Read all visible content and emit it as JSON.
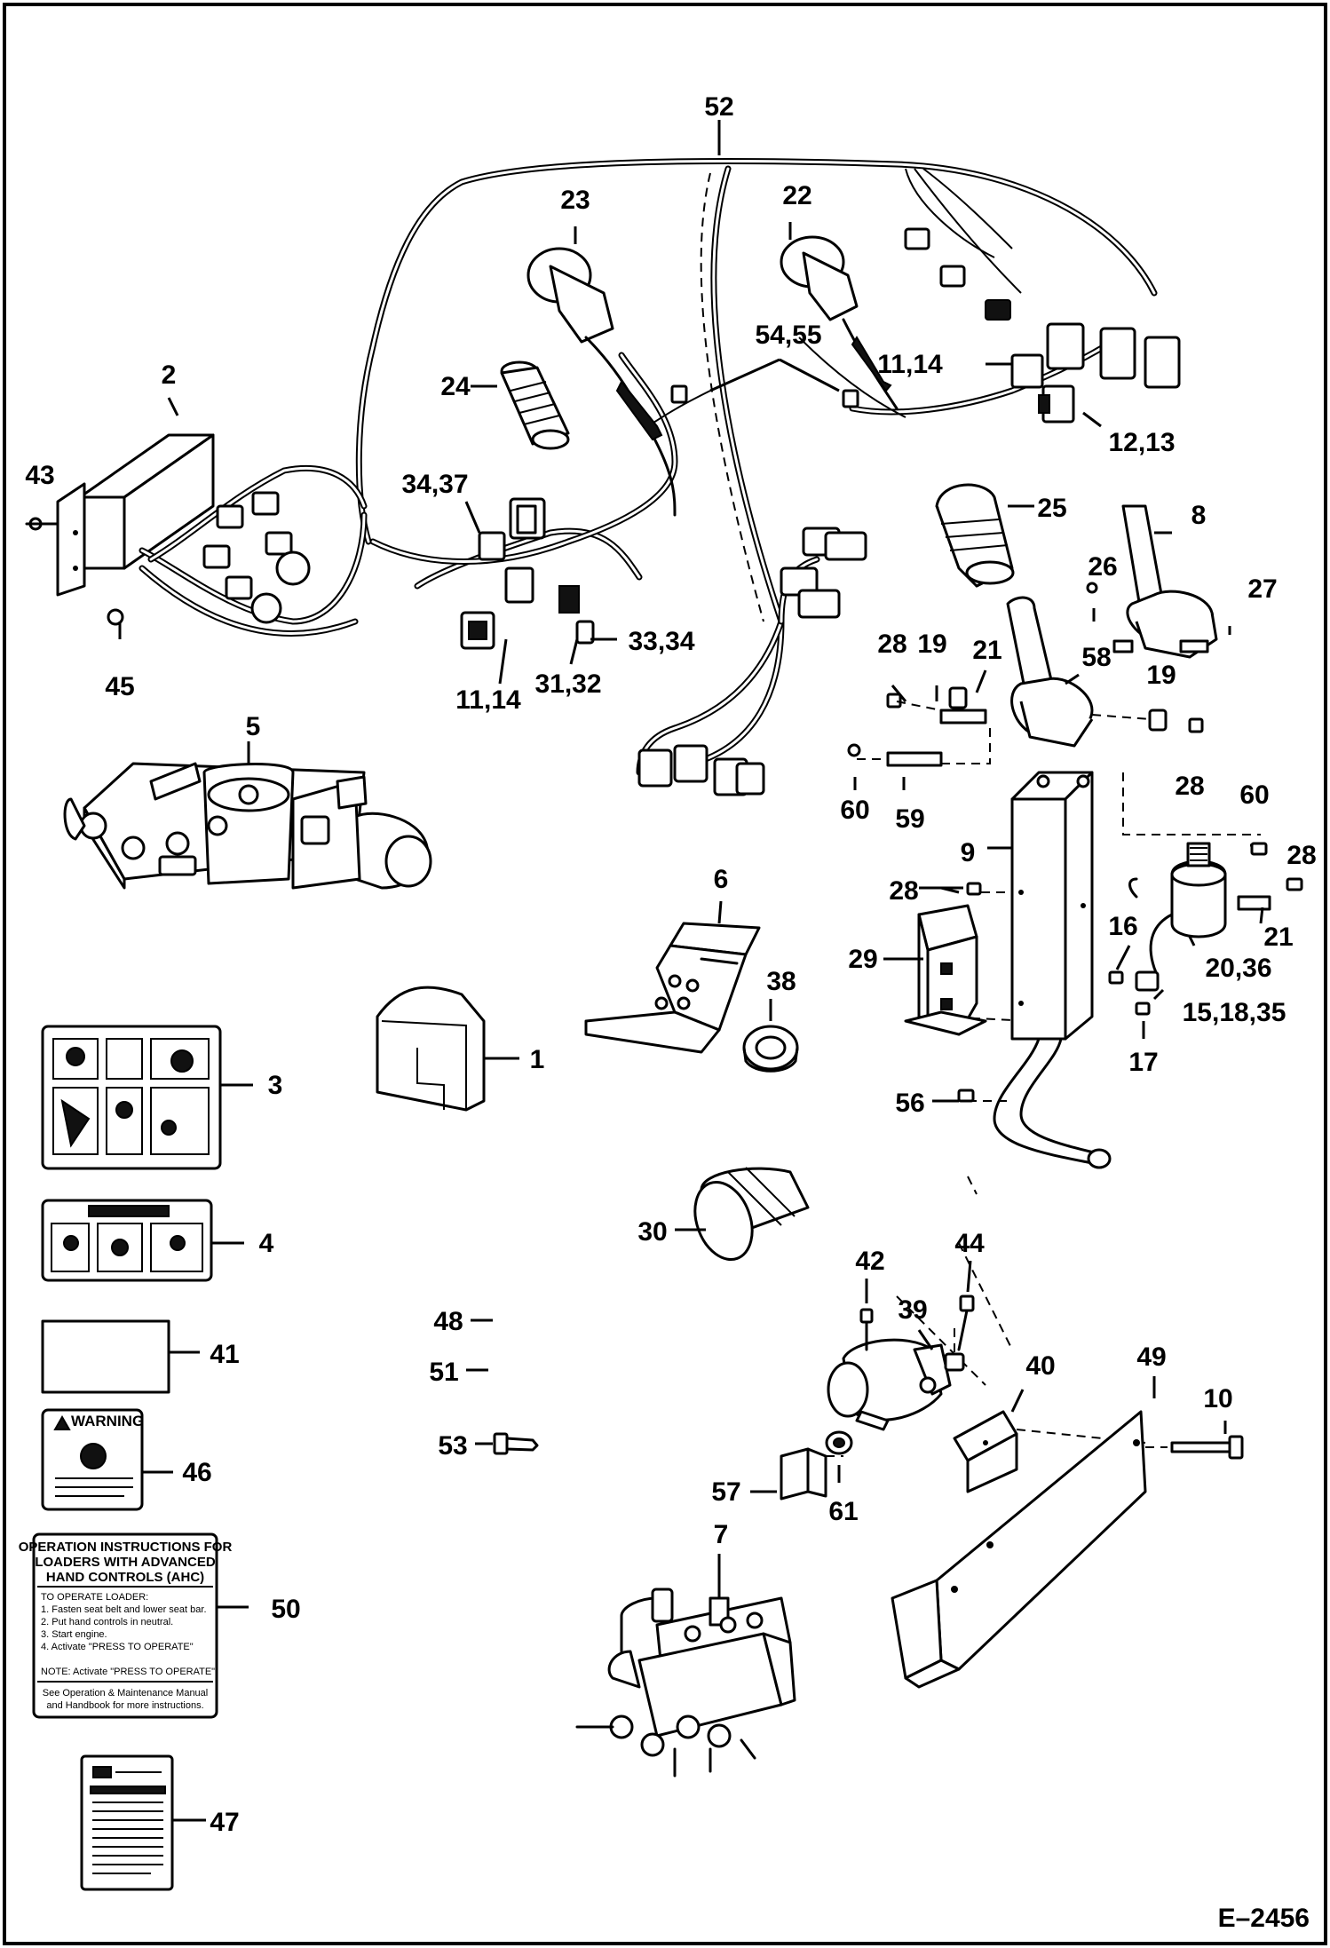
{
  "drawing_ref": "E–2456",
  "callouts": {
    "c52": "52",
    "c23": "23",
    "c22": "22",
    "c5455": "54,55",
    "c1114a": "11,14",
    "c1213": "12,13",
    "c24": "24",
    "c2": "2",
    "c43": "43",
    "c3437": "34,37",
    "c45": "45",
    "c25": "25",
    "c8": "8",
    "c26": "26",
    "c27": "27",
    "c3334": "33,34",
    "c3132": "31,32",
    "c1114b": "11,14",
    "c28a": "28",
    "c19a": "19",
    "c21a": "21",
    "c58": "58",
    "c19b": "19",
    "c28b": "28",
    "c60a": "60",
    "c59": "59",
    "c60b": "60",
    "c9": "9",
    "c28c": "28",
    "c28d": "28",
    "c21b": "21",
    "c5": "5",
    "c6": "6",
    "c29": "29",
    "c16": "16",
    "c2036": "20,36",
    "c38": "38",
    "c151835": "15,18,35",
    "c1": "1",
    "c17": "17",
    "c3": "3",
    "c56": "56",
    "c30": "30",
    "c4": "4",
    "c42": "42",
    "c44": "44",
    "c48": "48",
    "c39": "39",
    "c41": "41",
    "c51": "51",
    "c49": "49",
    "c40": "40",
    "c10": "10",
    "c53": "53",
    "c46": "46",
    "c57": "57",
    "c61": "61",
    "c50": "50",
    "c7": "7",
    "c47": "47"
  },
  "decals": {
    "warning_title": "WARNING",
    "instructions_title_1": "OPERATION INSTRUCTIONS FOR",
    "instructions_title_2": "LOADERS WITH ADVANCED",
    "instructions_title_3": "HAND CONTROLS (AHC)",
    "instructions_line_1": "TO OPERATE LOADER:",
    "instructions_line_2": "1. Fasten seat belt and lower seat bar.",
    "instructions_line_3": "2. Put hand controls in neutral.",
    "instructions_line_4": "3. Start engine.",
    "instructions_line_5": "4. Activate \"PRESS TO OPERATE\"",
    "instructions_line_6": "NOTE: Activate \"PRESS TO OPERATE\"",
    "instructions_line_7": "See Operation & Maintenance Manual",
    "instructions_line_8": "and Handbook for more instructions."
  }
}
